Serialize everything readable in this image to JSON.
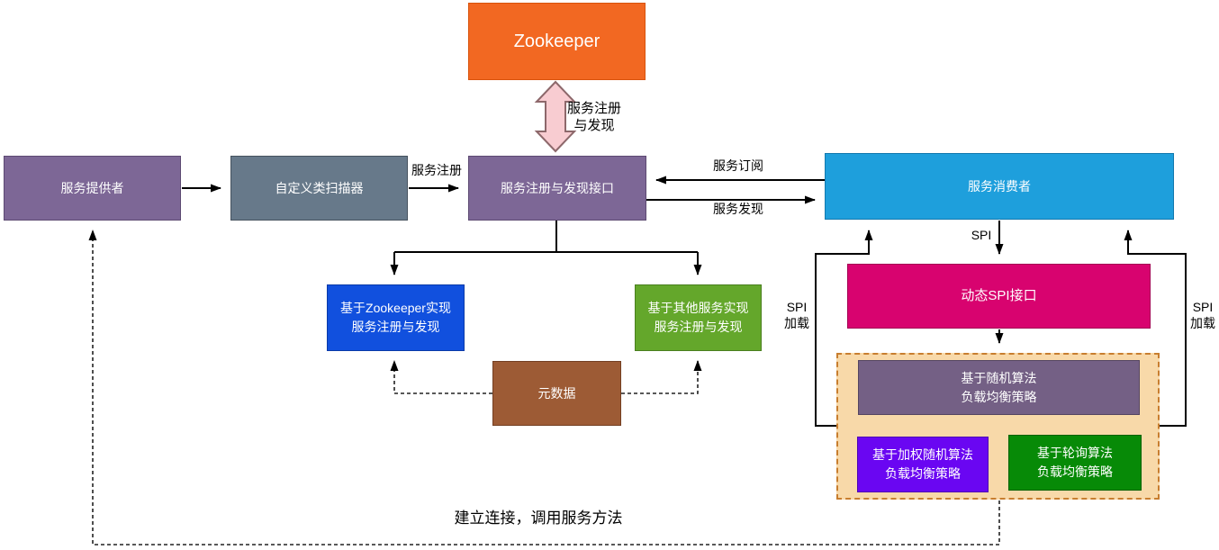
{
  "nodes": {
    "zookeeper": {
      "label": "Zookeeper",
      "color": "#F26822"
    },
    "provider": {
      "label": "服务提供者",
      "color": "#7D6796"
    },
    "scanner": {
      "label": "自定义类扫描器",
      "color": "#67798A"
    },
    "registry_interface": {
      "label": "服务注册与发现接口",
      "color": "#7D6796"
    },
    "consumer": {
      "label": "服务消费者",
      "color": "#1E9FDC"
    },
    "zookeeper_impl": {
      "label": "基于Zookeeper实现\n服务注册与发现",
      "color": "#1150DE"
    },
    "other_impl": {
      "label": "基于其他服务实现\n服务注册与发现",
      "color": "#64A72B"
    },
    "metadata": {
      "label": "元数据",
      "color": "#9D5B35"
    },
    "dynamic_spi": {
      "label": "动态SPI接口",
      "color": "#D8036F"
    },
    "random_lb": {
      "label": "基于随机算法\n负载均衡策略",
      "color": "#746085"
    },
    "weighted_random_lb": {
      "label": "基于加权随机算法\n负载均衡策略",
      "color": "#6A06F2"
    },
    "round_robin_lb": {
      "label": "基于轮询算法\n负载均衡策略",
      "color": "#078A07"
    },
    "lb_container": {
      "label": "",
      "fill": "#F8D9A9",
      "border": "#C87E2F"
    }
  },
  "edge_labels": {
    "zookeeper_sync": "服务注册\n与发现",
    "service_register": "服务注册",
    "service_subscribe": "服务订阅",
    "service_discover": "服务发现",
    "spi": "SPI",
    "spi_load_left": "SPI\n加载",
    "spi_load_right": "SPI\n加载",
    "bottom_note": "建立连接，调用服务方法"
  },
  "colors": {
    "edge": "#000000",
    "sync_arrow_fill": "#F8CCD1",
    "sync_arrow_border": "#8D686B",
    "background": "#FFFFFF"
  }
}
